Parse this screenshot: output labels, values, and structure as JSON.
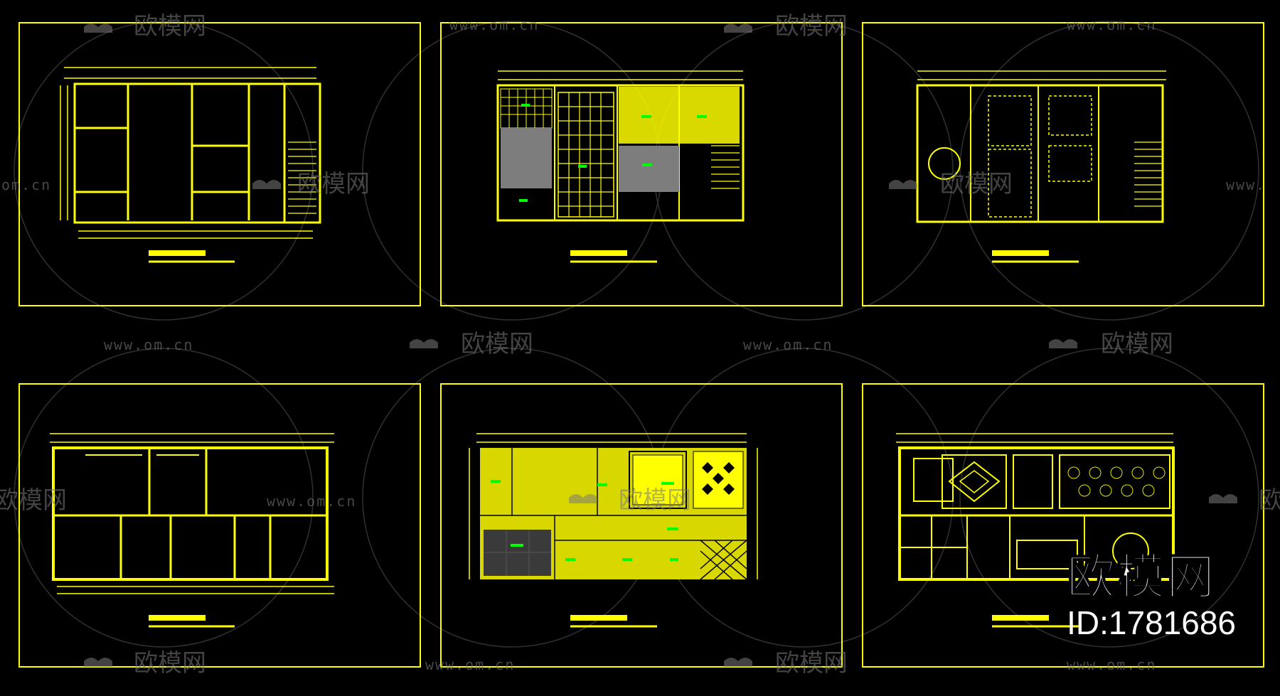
{
  "colors": {
    "background": "#000000",
    "cad_yellow": "#ffff00",
    "cad_green": "#00ff00",
    "hatch_gray": "#7d7d7d",
    "watermark": "#7a7a7a",
    "brand_text": "#ffffff"
  },
  "watermarks": {
    "brand": "欧模网",
    "site": "www.om.cn",
    "site_partial_left": "om.cn",
    "site_partial_right": "www."
  },
  "brand_overlay": {
    "name": "欧模网",
    "id": "ID:1781686"
  },
  "sheets": [
    {
      "row": "top",
      "col": "left",
      "type": "floor-plan-original"
    },
    {
      "row": "top",
      "col": "center",
      "type": "floor-finish-plan"
    },
    {
      "row": "top",
      "col": "right",
      "type": "ceiling-plan"
    },
    {
      "row": "bottom",
      "col": "left",
      "type": "floor-plan-layout"
    },
    {
      "row": "bottom",
      "col": "center",
      "type": "floor-finish-plan"
    },
    {
      "row": "bottom",
      "col": "right",
      "type": "ceiling-plan"
    }
  ]
}
